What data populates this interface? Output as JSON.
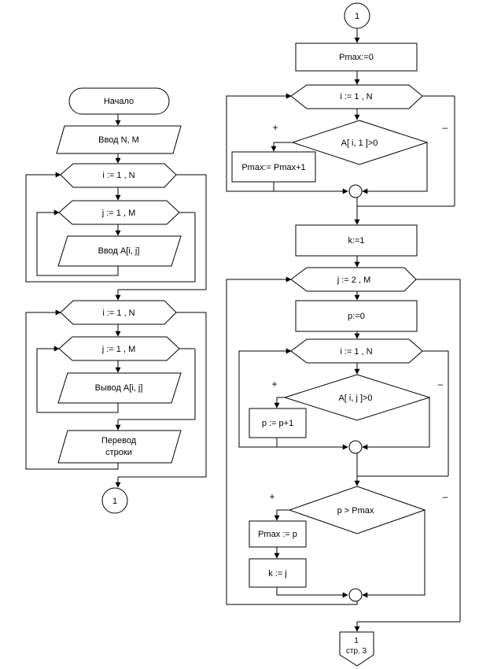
{
  "left": {
    "start": "Начало",
    "input_nm": "Ввод N, M",
    "loop_i_1": "i := 1 , N",
    "loop_j_1": "j := 1 , M",
    "input_a": "Ввод A[i, j]",
    "loop_i_2": "i := 1 , N",
    "loop_j_2": "j := 1 , M",
    "output_a": "Вывод A[i, j]",
    "newline_1": "Перевод",
    "newline_2": "строки",
    "connector": "1"
  },
  "right": {
    "connector_top": "1",
    "pmax_init": "Pmax:=0",
    "loop_i_1": "i := 1 , N",
    "cond_1": "A[ i, 1 ]>0",
    "plus_1": "+",
    "minus_1": "–",
    "pmax_inc": "Pmax:= Pmax+1",
    "k_init": "k:=1",
    "loop_j": "j := 2 , M",
    "p_init": "p:=0",
    "loop_i_2": "i := 1 , N",
    "cond_2": "A[ i, j ]>0",
    "plus_2": "+",
    "minus_2": "–",
    "p_inc": "p := p+1",
    "cond_3": "p > Pmax",
    "plus_3": "+",
    "minus_3": "–",
    "pmax_set": "Pmax := p",
    "k_set": "k := j",
    "offpage_1": "1",
    "offpage_2": "стр. 3"
  }
}
